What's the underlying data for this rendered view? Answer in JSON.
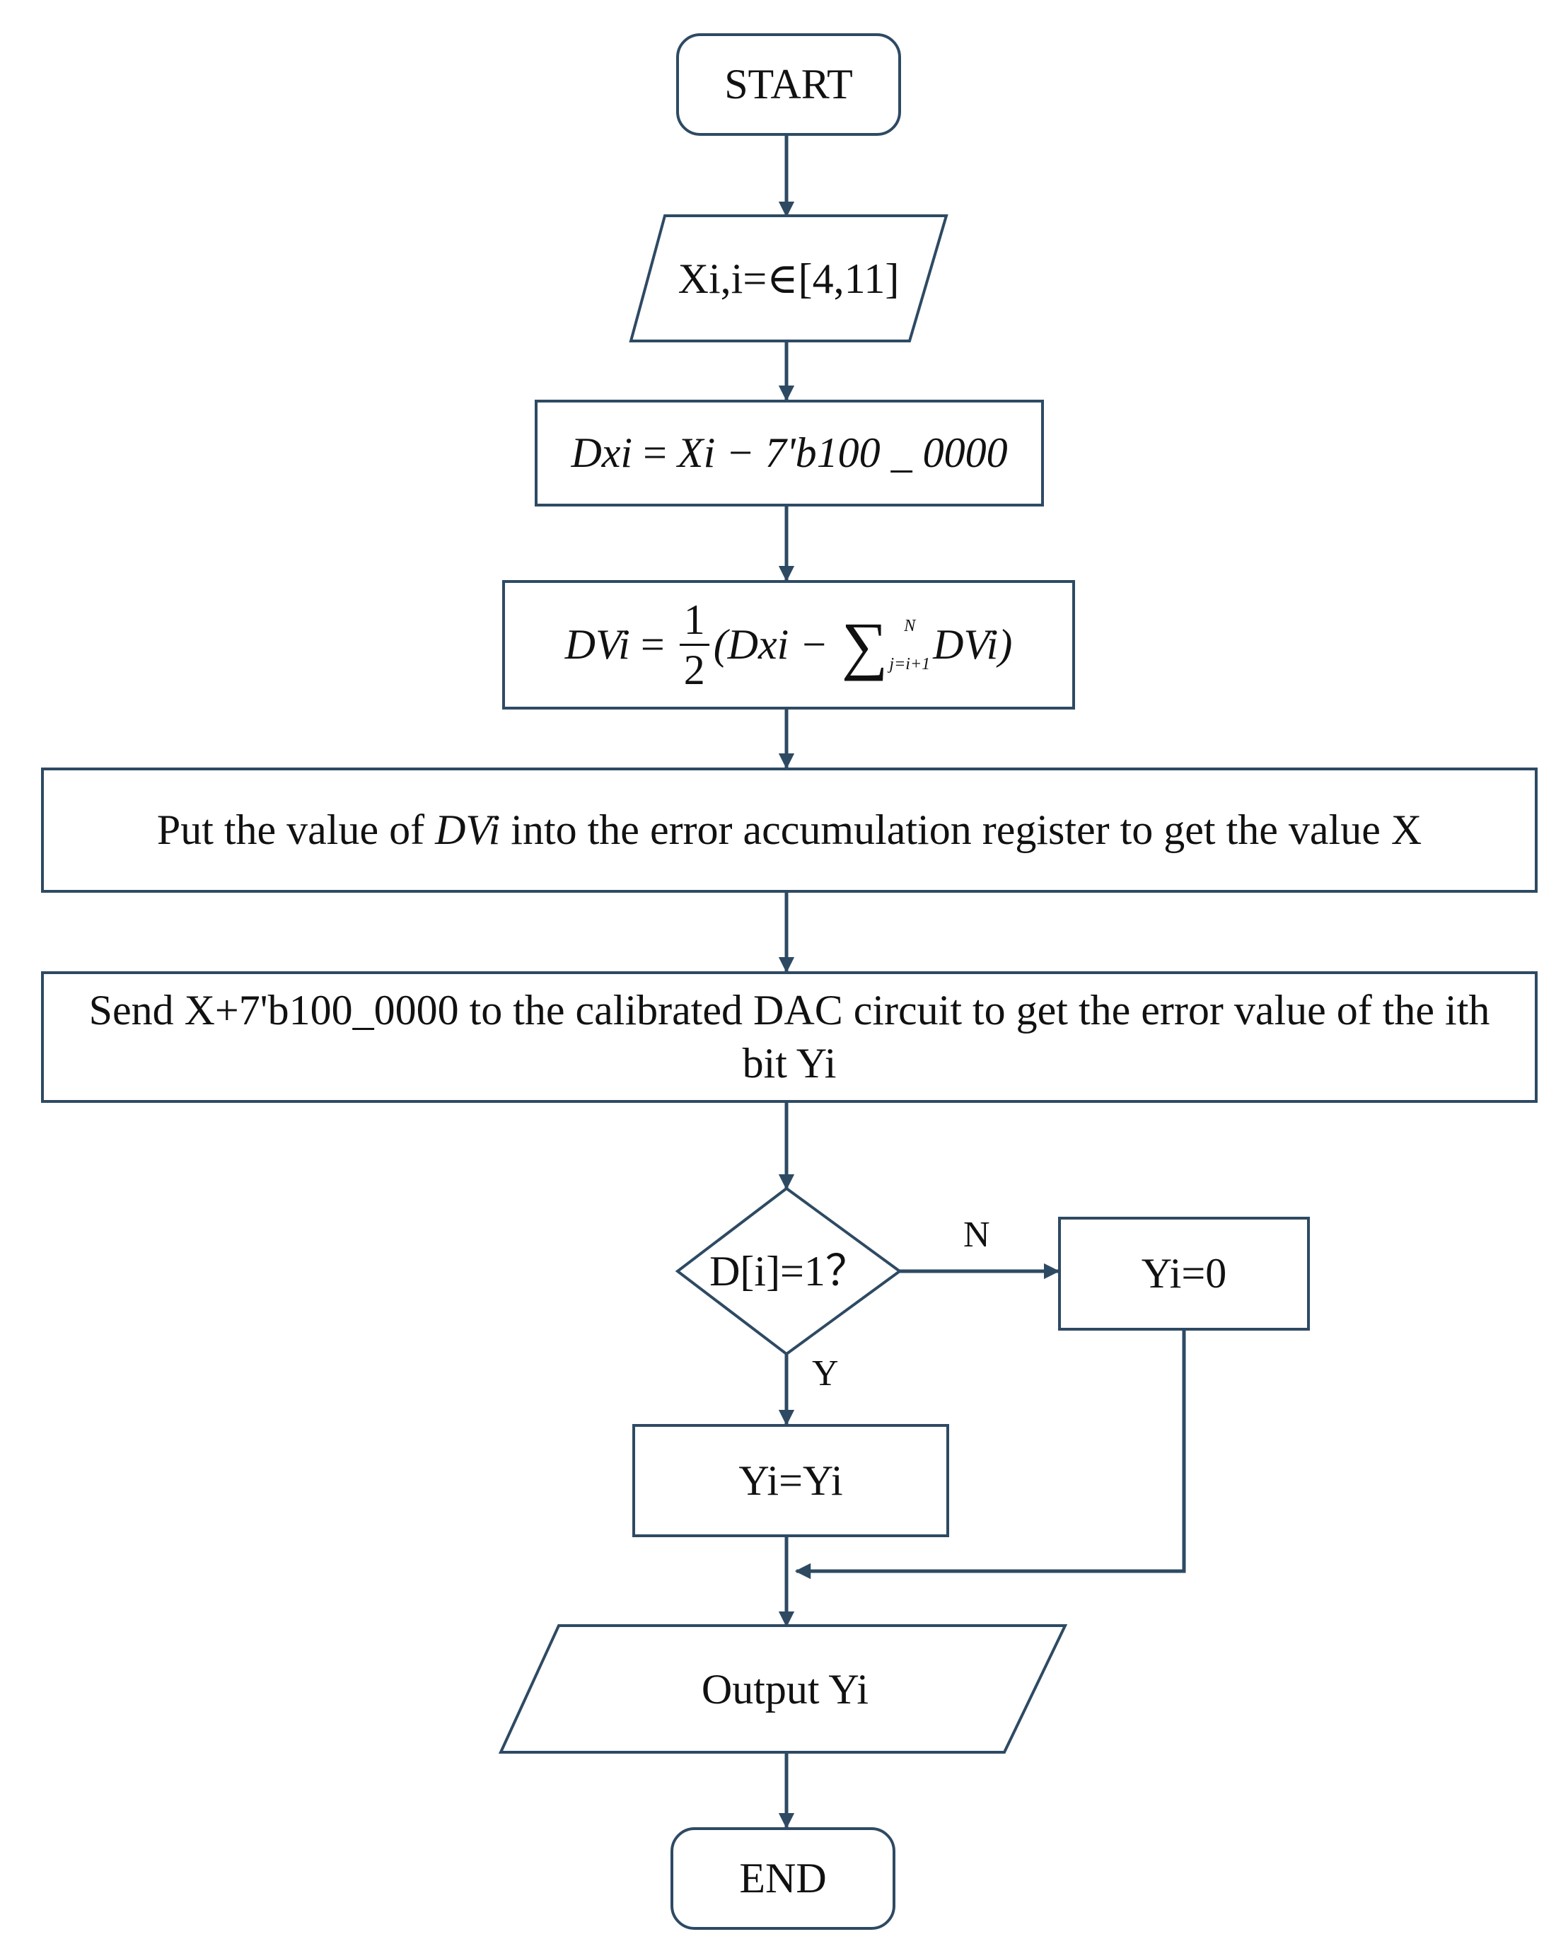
{
  "nodes": {
    "start": "START",
    "input": "Xi,i=∈[4,11]",
    "dxi": {
      "lhs": "Dxi",
      "eq": " = ",
      "rhs": "Xi − 7'b100 _ 0000"
    },
    "dvi": {
      "lhs": "DVi",
      "eq": " = ",
      "num": "1",
      "den": "2",
      "open": "(Dxi − ",
      "sum": "∑",
      "upper": "N",
      "lower": "j=i+1",
      "tail": "DVi)"
    },
    "accumulate": {
      "before": "Put the value of ",
      "var": "DVi",
      "after": " into the error accumulation register to get the value X"
    },
    "send": "Send X+7'b100_0000 to the calibrated DAC circuit to get the error value of the ith bit Yi",
    "decision": "D[i]=1？",
    "yi_zero": "Yi=0",
    "yi_yi": "Yi=Yi",
    "output": "Output Yi",
    "end": "END"
  },
  "edges": {
    "no_label": "N",
    "yes_label": "Y"
  },
  "colors": {
    "stroke": "#2e4a63",
    "text": "#111111"
  }
}
